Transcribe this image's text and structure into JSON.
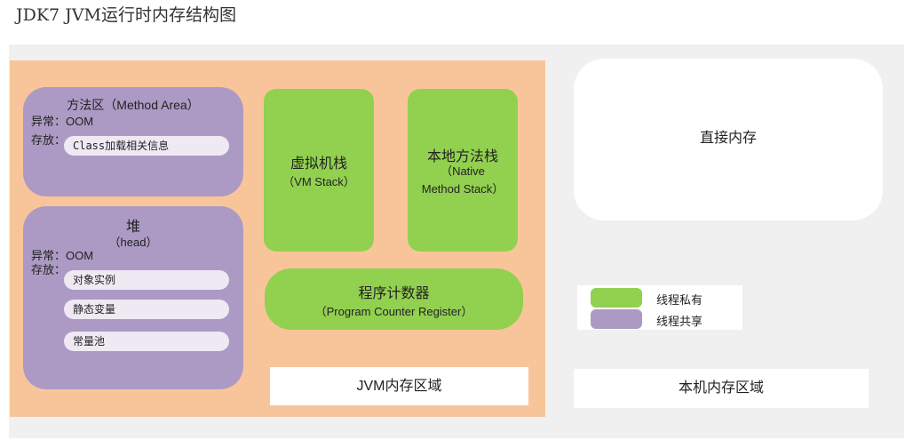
{
  "title": "JDK7 JVM运行时内存结构图",
  "colors": {
    "thread_private": "#92d050",
    "thread_shared": "#ac9ac4",
    "jvm_region": "#f8c59b",
    "background": "#f0f0f0",
    "pill": "#efe9f3"
  },
  "method_area": {
    "title": "方法区（Method Area）",
    "exception": "异常：OOM",
    "stores_label": "存放：",
    "items": [
      "Class加载相关信息"
    ]
  },
  "heap": {
    "title": "堆",
    "subtitle": "（head）",
    "exception": "异常：OOM",
    "stores_label": "存放：",
    "items": [
      "对象实例",
      "静态变量",
      "常量池"
    ]
  },
  "vm_stack": {
    "title": "虚拟机栈",
    "subtitle": "（VM Stack）"
  },
  "native_stack": {
    "title": "本地方法栈",
    "subtitle_line1": "（Native",
    "subtitle_line2": "Method Stack）"
  },
  "pc_register": {
    "title": "程序计数器",
    "subtitle": "（Program Counter Register）"
  },
  "jvm_region_label": "JVM内存区域",
  "direct_memory": "直接内存",
  "native_region_label": "本机内存区域",
  "legend": [
    {
      "label": "线程私有",
      "color": "#92d050"
    },
    {
      "label": "线程共享",
      "color": "#ac9ac4"
    }
  ]
}
